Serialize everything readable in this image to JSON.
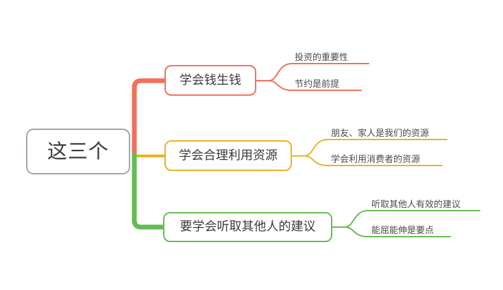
{
  "diagram": {
    "type": "mind-map",
    "title": "这三个",
    "background": "#ffffff",
    "root": {
      "label": "这三个",
      "border_color": "#9aa5b1"
    },
    "branches": [
      {
        "label": "学会钱生钱",
        "color": "#f2705c",
        "leaves": [
          {
            "label": "投资的重要性"
          },
          {
            "label": "节约是前提"
          }
        ]
      },
      {
        "label": "学会合理利用资源",
        "color": "#efb021",
        "leaves": [
          {
            "label": "朋友、家人是我们的资源"
          },
          {
            "label": "学会利用消费者的资源"
          }
        ]
      },
      {
        "label": "要学会听取其他人的建议",
        "color": "#63bd52",
        "leaves": [
          {
            "label": "听取其他人有效的建议"
          },
          {
            "label": "能屈能伸是要点"
          }
        ]
      }
    ]
  }
}
